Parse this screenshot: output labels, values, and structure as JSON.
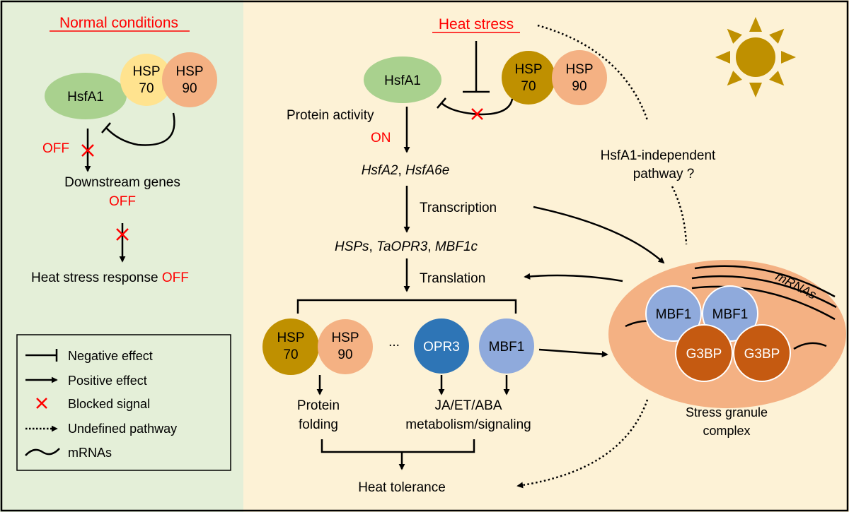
{
  "colors": {
    "left_panel_bg": "#e4efd8",
    "right_panel_bg": "#fdf2d6",
    "red": "#ff0000",
    "hsfa1_green": "#a9d18e",
    "hsp70_pale": "#ffe38f",
    "hsp70_dark": "#bf9000",
    "hsp90": "#f4b183",
    "opr3": "#2e75b6",
    "mbf1": "#8faadc",
    "g3bp": "#c55a11",
    "stress_granule": "#f4b183",
    "sun": "#bf9000"
  },
  "normal": {
    "title": "Normal conditions",
    "hsfa1": "HsfA1",
    "hsp70_line1": "HSP",
    "hsp70_line2": "70",
    "hsp90_line1": "HSP",
    "hsp90_line2": "90",
    "off1": "OFF",
    "downstream": "Downstream genes",
    "off2": "OFF",
    "response": "Heat stress response ",
    "response_off": "OFF"
  },
  "heat": {
    "title": "Heat stress",
    "hsfa1": "HsfA1",
    "hsp70_line1": "HSP",
    "hsp70_line2": "70",
    "hsp90_line1": "HSP",
    "hsp90_line2": "90",
    "protein_activity": "Protein activity",
    "on": "ON",
    "genes1_a": "HsfA2",
    "genes1_sep": ", ",
    "genes1_b": "HsfA6e",
    "transcription": "Transcription",
    "genes2_a": "HSPs",
    "genes2_sep1": ", ",
    "genes2_b": "TaOPR3",
    "genes2_sep2": ", ",
    "genes2_c": "MBF1c",
    "translation": "Translation",
    "hsp70b_line1": "HSP",
    "hsp70b_line2": "70",
    "hsp90b_line1": "HSP",
    "hsp90b_line2": "90",
    "ellipsis": "...",
    "opr3": "OPR3",
    "mbf1": "MBF1",
    "folding_line1": "Protein",
    "folding_line2": "folding",
    "metab_line1": "JA/ET/ABA",
    "metab_line2": "metabolism/signaling",
    "tolerance": "Heat tolerance",
    "independent_line1": "HsfA1-independent",
    "independent_line2": "pathway ?",
    "mrnas": "mRNAs",
    "mbf1_a": "MBF1",
    "mbf1_b": "MBF1",
    "g3bp_a": "G3BP",
    "g3bp_b": "G3BP",
    "granule_line1": "Stress granule",
    "granule_line2": "complex"
  },
  "legend": {
    "items": [
      {
        "label": "Negative effect",
        "icon": "inhibit-icon"
      },
      {
        "label": "Positive effect",
        "icon": "arrow-icon"
      },
      {
        "label": "Blocked signal",
        "icon": "cross-icon"
      },
      {
        "label": "Undefined pathway",
        "icon": "dotted-arrow-icon"
      },
      {
        "label": "mRNAs",
        "icon": "wave-icon"
      }
    ]
  }
}
